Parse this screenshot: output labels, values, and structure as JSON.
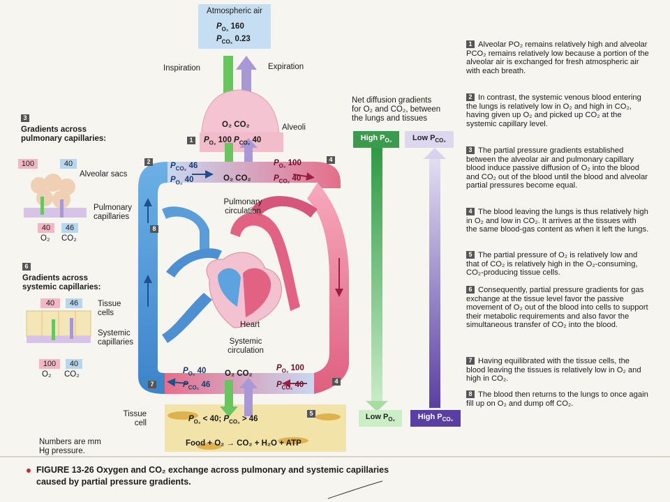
{
  "atmo": {
    "title": "Atmospheric air",
    "po2": "160",
    "pco2": "0.23"
  },
  "labels": {
    "inspiration": "Inspiration",
    "expiration": "Expiration",
    "alveoli": "Alveoli",
    "po2_sym": "P",
    "o2_sub": "O₂",
    "co2_sub": "CO₂",
    "alv_po2": "100",
    "alv_pco2": "40",
    "pulm_circ_1": "Pulmonary",
    "pulm_circ_2": "circulation",
    "sys_circ_1": "Systemic",
    "sys_circ_2": "circulation",
    "heart": "Heart",
    "o2": "O₂",
    "co2": "CO₂",
    "tissue_1": "Tissue",
    "tissue_2": "cell",
    "tissue_eq": "< 40; ",
    "tissue_eq2": "> 46",
    "food_eq": "Food + O₂ → CO₂ + H₂O + ATP",
    "units_1": "Numbers are mm",
    "units_2": "Hg pressure."
  },
  "vessels": {
    "left_top_pco2": "46",
    "left_top_po2": "40",
    "right_top_po2": "100",
    "right_top_pco2": "40",
    "left_bot_po2": "40",
    "left_bot_pco2": "46",
    "right_bot_po2": "100",
    "right_bot_pco2": "40"
  },
  "panel3": {
    "num": "3",
    "title_1": "Gradients across",
    "title_2": "pulmonary capillaries:",
    "top_a": "100",
    "top_b": "40",
    "sacs": "Alveolar sacs",
    "cap_1": "Pulmonary",
    "cap_2": "capillaries",
    "bot_a": "40",
    "bot_b": "46",
    "gas_a": "O₂",
    "gas_b": "CO₂"
  },
  "panel6": {
    "num": "6",
    "title_1": "Gradients across",
    "title_2": "systemic capillaries:",
    "top_a": "40",
    "top_b": "46",
    "cells_1": "Tissue",
    "cells_2": "cells",
    "cap_1": "Systemic",
    "cap_2": "capillaries",
    "bot_a": "100",
    "bot_b": "40",
    "gas_a": "O₂",
    "gas_b": "CO₂"
  },
  "gradients": {
    "heading_1": "Net diffusion gradients",
    "heading_2": "for O₂ and CO₂, between",
    "heading_3": "the lungs and tissues",
    "high_po2": "High P",
    "high_po2_sub": "O₂",
    "low_pco2": "Low P",
    "low_pco2_sub": "CO₂",
    "low_po2": "Low P",
    "low_po2_sub": "O₂",
    "high_pco2": "High P",
    "high_pco2_sub": "CO₂"
  },
  "steps": [
    {
      "num": "1",
      "text": "Alveolar PO₂ remains relatively high and alveolar PCO₂ remains relatively low because a portion of the alveolar air is exchanged for fresh atmospheric air with each breath."
    },
    {
      "num": "2",
      "text": "In contrast, the systemic venous blood entering the lungs is relatively low in O₂ and high in CO₂, having given up O₂ and picked up CO₂ at the systemic capillary level."
    },
    {
      "num": "3",
      "text": "The partial pressure gradients established between the alveolar air and pulmonary capillary blood induce passive diffusion of O₂ into the blood and CO₂ out of the blood until the blood and alveolar partial pressures become equal."
    },
    {
      "num": "4",
      "text": "The blood leaving the lungs is thus relatively high in O₂ and low in CO₂. It arrives at the tissues with the same blood-gas content as when it left the lungs."
    },
    {
      "num": "5",
      "text": "The partial pressure of O₂ is relatively low and that of CO₂ is relatively high in the O₂-consuming, CO₂-producing tissue cells."
    },
    {
      "num": "6",
      "text": "Consequently, partial pressure gradients for gas exchange at the tissue level favor the passive movement of O₂ out of the blood into cells to support their metabolic requirements and also favor the simultaneous transfer of CO₂ into the blood."
    },
    {
      "num": "7",
      "text": "Having equilibrated with the tissue cells, the blood leaving the tissues is relatively low in O₂ and high in CO₂."
    },
    {
      "num": "8",
      "text": "The blood then returns to the lungs to once again fill up on O₂ and dump off CO₂."
    }
  ],
  "badges": {
    "b1": "1",
    "b2": "2",
    "b4a": "4",
    "b8": "8",
    "b7": "7",
    "b5": "5",
    "b4b": "4"
  },
  "caption": {
    "label": "FIGURE 13-26",
    "text_1": " Oxygen and CO₂ exchange across pulmonary and systemic capillaries",
    "text_2": "caused by partial pressure gradients."
  },
  "colors": {
    "oxygenated": "#e06a86",
    "deoxygenated": "#4f92d2",
    "o2_arrow": "#5fc05a",
    "co2_arrow": "#9d8fd0"
  }
}
